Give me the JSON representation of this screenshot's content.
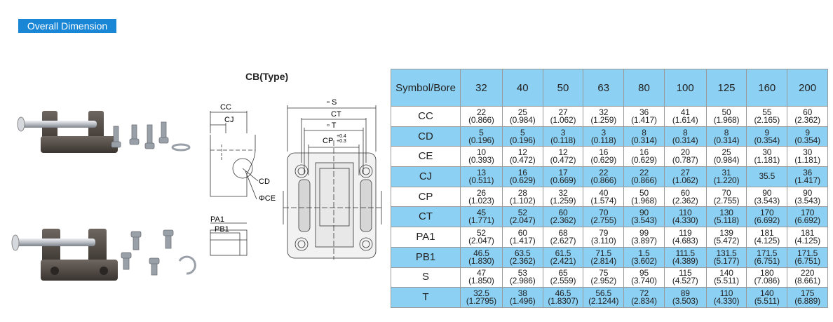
{
  "section_title": "Overall Dimension",
  "type_label": "CB(Type)",
  "drawing_labels": {
    "cc": "CC",
    "cj": "CJ",
    "cd": "CD",
    "ce": "ΦCE",
    "pa1": "PA1",
    "pb1": "PB1",
    "s": "▫ S",
    "ct": "CT",
    "t": "▫ T",
    "cp": "CP",
    "cp_tol_upper": "+0.4",
    "cp_tol_lower": "+0.3"
  },
  "table": {
    "header_symbol": "Symbol/Bore",
    "bores": [
      "32",
      "40",
      "50",
      "63",
      "80",
      "100",
      "125",
      "160",
      "200"
    ],
    "rows": [
      {
        "symbol": "CC",
        "cells": [
          [
            "22",
            "(0.866)"
          ],
          [
            "25",
            "(0.984)"
          ],
          [
            "27",
            "(1.062)"
          ],
          [
            "32",
            "(1.259)"
          ],
          [
            "36",
            "(1.417)"
          ],
          [
            "41",
            "(1.614)"
          ],
          [
            "50",
            "(1.968)"
          ],
          [
            "55",
            "(2.165)"
          ],
          [
            "60",
            "(2.362)"
          ]
        ]
      },
      {
        "symbol": "CD",
        "cells": [
          [
            "5",
            "(0.196)"
          ],
          [
            "5",
            "(0.196)"
          ],
          [
            "3",
            "(0.118)"
          ],
          [
            "3",
            "(0.118)"
          ],
          [
            "8",
            "(0.314)"
          ],
          [
            "8",
            "(0.314)"
          ],
          [
            "8",
            "(0.314)"
          ],
          [
            "9",
            "(0.354)"
          ],
          [
            "9",
            "(0.354)"
          ]
        ]
      },
      {
        "symbol": "CE",
        "cells": [
          [
            "10",
            "(0.393)"
          ],
          [
            "12",
            "(0.472)"
          ],
          [
            "12",
            "(0.472)"
          ],
          [
            "16",
            "(0.629)"
          ],
          [
            "16",
            "(0.629)"
          ],
          [
            "20",
            "(0.787)"
          ],
          [
            "25",
            "(0.984)"
          ],
          [
            "30",
            "(1.181)"
          ],
          [
            "30",
            "(1.181)"
          ]
        ]
      },
      {
        "symbol": "CJ",
        "cells": [
          [
            "13",
            "(0.511)"
          ],
          [
            "16",
            "(0.629)"
          ],
          [
            "17",
            "(0.669)"
          ],
          [
            "22",
            "(0.866)"
          ],
          [
            "22",
            "(0.866)"
          ],
          [
            "27",
            "(1.062)"
          ],
          [
            "31",
            "(1.220)"
          ],
          [
            "35.5",
            ""
          ],
          [
            "36",
            "(1.417)"
          ]
        ]
      },
      {
        "symbol": "CP",
        "cells": [
          [
            "26",
            "(1.023)"
          ],
          [
            "28",
            "(1.102)"
          ],
          [
            "32",
            "(1.259)"
          ],
          [
            "40",
            "(1.574)"
          ],
          [
            "50",
            "(1.968)"
          ],
          [
            "60",
            "(2.362)"
          ],
          [
            "70",
            "(2.755)"
          ],
          [
            "90",
            "(3.543)"
          ],
          [
            "90",
            "(3.543)"
          ]
        ]
      },
      {
        "symbol": "CT",
        "cells": [
          [
            "45",
            "(1.771)"
          ],
          [
            "52",
            "(2.047)"
          ],
          [
            "60",
            "(2.362)"
          ],
          [
            "70",
            "(2.755)"
          ],
          [
            "90",
            "(3.543)"
          ],
          [
            "110",
            "(4.330)"
          ],
          [
            "130",
            "(5.118)"
          ],
          [
            "170",
            "(6.692)"
          ],
          [
            "170",
            "(6.692)"
          ]
        ]
      },
      {
        "symbol": "PA1",
        "cells": [
          [
            "52",
            "(2.047)"
          ],
          [
            "60",
            "(1.417)"
          ],
          [
            "68",
            "(2.627)"
          ],
          [
            "79",
            "(3.110)"
          ],
          [
            "99",
            "(3.897)"
          ],
          [
            "119",
            "(4.683)"
          ],
          [
            "139",
            "(5.472)"
          ],
          [
            "181",
            "(4.125)"
          ],
          [
            "181",
            "(4.125)"
          ]
        ]
      },
      {
        "symbol": "PB1",
        "cells": [
          [
            "46.5",
            "(1.830)"
          ],
          [
            "63.5",
            "(2.362)"
          ],
          [
            "61.5",
            "(2.421)"
          ],
          [
            "71.5",
            "(2.814)"
          ],
          [
            "1.5",
            "(3.602)"
          ],
          [
            "111.5",
            "(4.389)"
          ],
          [
            "131.5",
            "(5.177)"
          ],
          [
            "171.5",
            "(6.751)"
          ],
          [
            "171.5",
            "(6.751)"
          ]
        ]
      },
      {
        "symbol": "S",
        "cells": [
          [
            "47",
            "(1.850)"
          ],
          [
            "53",
            "(2.986)"
          ],
          [
            "65",
            "(2.559)"
          ],
          [
            "75",
            "(2.952)"
          ],
          [
            "95",
            "(3.740)"
          ],
          [
            "115",
            "(4.527)"
          ],
          [
            "140",
            "(5.511)"
          ],
          [
            "180",
            "(7.086)"
          ],
          [
            "220",
            "(8.661)"
          ]
        ]
      },
      {
        "symbol": "T",
        "cells": [
          [
            "32.5",
            "(1.2795)"
          ],
          [
            "38",
            "(1.496)"
          ],
          [
            "46.5",
            "(1.8307)"
          ],
          [
            "56.5",
            "(2.1244)"
          ],
          [
            "72",
            "(2.834)"
          ],
          [
            "89",
            "(3.503)"
          ],
          [
            "110",
            "(4.330)"
          ],
          [
            "140",
            "(5.511)"
          ],
          [
            "175",
            "(6.889)"
          ]
        ]
      }
    ]
  },
  "colors": {
    "section_tag_bg": "#1a87d6",
    "table_header_bg": "#8cd0f3",
    "table_alt_row_bg": "#8cd0f3",
    "part_metal": "#4a4440",
    "part_pin": "#c8ccd2"
  }
}
